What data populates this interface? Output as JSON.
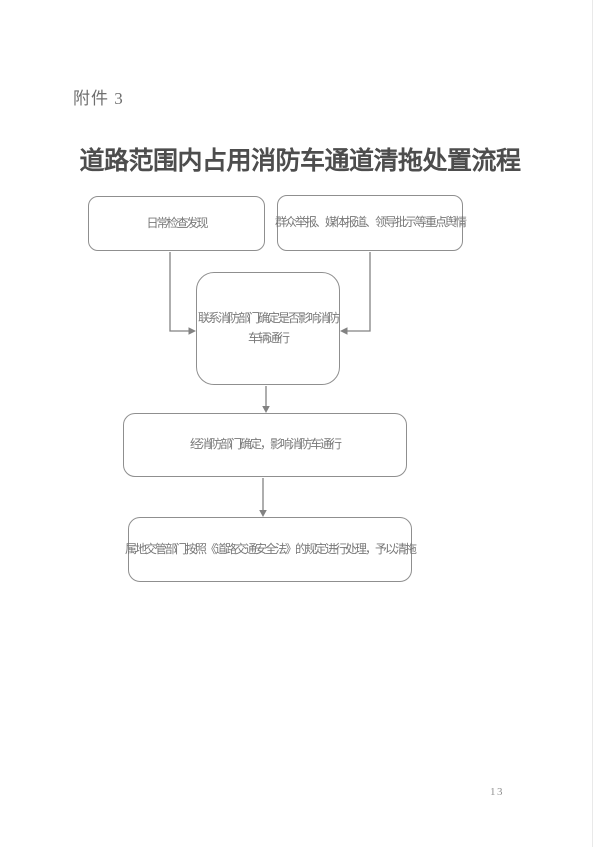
{
  "page": {
    "attachment_label": "附件 3",
    "title": "道路范围内占用消防车通道清拖处置流程",
    "page_number": "13"
  },
  "flowchart": {
    "boxes": [
      {
        "id": "daily-inspection",
        "text": "日常检查发现"
      },
      {
        "id": "public-reports",
        "text": "群众举报、媒体报道、领导批示等重点舆情"
      },
      {
        "id": "contact-fire-dept",
        "text": "联系消防部门确定是否影响消防车辆通行"
      },
      {
        "id": "fire-dept-confirmed",
        "text": "经消防部门确定，影响消防车通行"
      },
      {
        "id": "traffic-dept-handle",
        "text": "属地交管部门按照《道路交通安全法》的规定进行处理，予以清拖"
      }
    ],
    "colors": {
      "box_border": "#8f8f8f",
      "box_text": "#787878",
      "arrow": "#828282",
      "title_text": "#4d4d4d"
    }
  }
}
